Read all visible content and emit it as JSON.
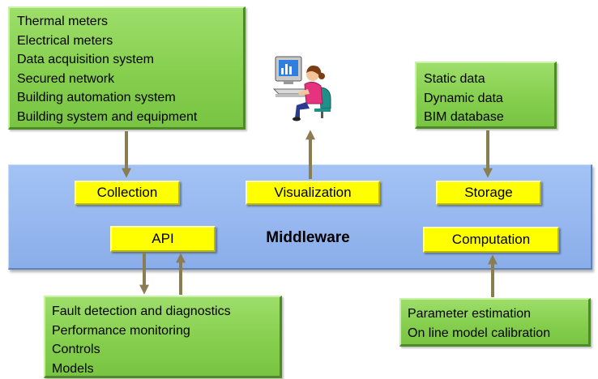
{
  "inputs": {
    "lines": [
      "Thermal meters",
      "Electrical meters",
      "Data acquisition system",
      "Secured network",
      "Building automation system",
      "Building system and equipment"
    ]
  },
  "storage_sources": {
    "lines": [
      "Static data",
      "Dynamic data",
      "BIM database"
    ]
  },
  "applications": {
    "lines": [
      "Fault detection and diagnostics",
      "Performance monitoring",
      "Controls",
      "Models"
    ]
  },
  "calibration": {
    "lines": [
      "Parameter estimation",
      "On line model calibration"
    ]
  },
  "middleware": {
    "title": "Middleware",
    "modules": {
      "collection": "Collection",
      "visualization": "Visualization",
      "storage": "Storage",
      "api": "API",
      "computation": "Computation"
    }
  },
  "icons": {
    "user": "person-at-computer-icon"
  },
  "colors": {
    "green_box": "#86cf4e",
    "yellow_box": "#ffff00",
    "middleware_band": "#95b6ef",
    "arrow": "#8b7d52"
  }
}
